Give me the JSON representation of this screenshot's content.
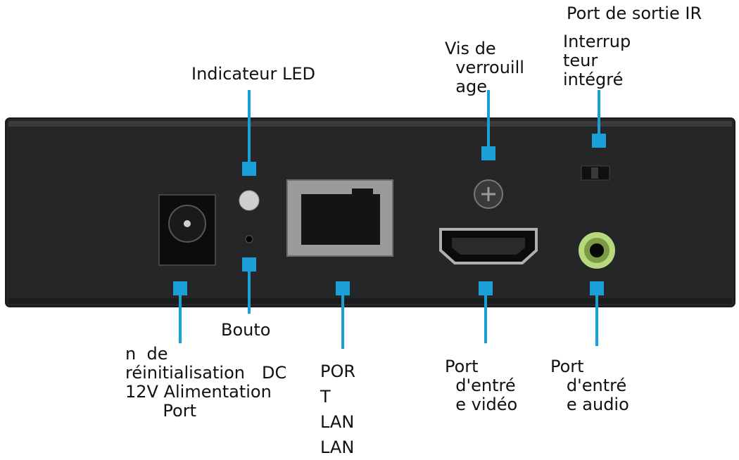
{
  "colors": {
    "accent": "#1a9fd8",
    "panel": "#2a2b2d",
    "label_text": "#111111",
    "audio_ring": "#b6d97a"
  },
  "labels": {
    "led_indicator": "Indicateur LED",
    "locking_screw": "Vis de\n  verrouill\n  age",
    "ir_output_port": "Port de sortie IR",
    "builtin_switch": "Interrup\nteur\nintégré",
    "reset_button_a": "Bouto",
    "reset_button_b": "n  de\nréinitialisation",
    "dc_power_a": "DC",
    "dc_power_b": "12V Alimentation\n       Port",
    "lan_port": "POR\nT\nLAN\nLAN",
    "video_input": "Port\n  d'entré\n  e vidéo",
    "audio_input": "Port\n   d'entré\n   e audio"
  },
  "components": [
    "dc-power-jack",
    "led-indicator",
    "reset-button",
    "rj45-lan-port",
    "locking-screw",
    "hdmi-video-input",
    "ir-output-switch",
    "audio-input-jack"
  ]
}
